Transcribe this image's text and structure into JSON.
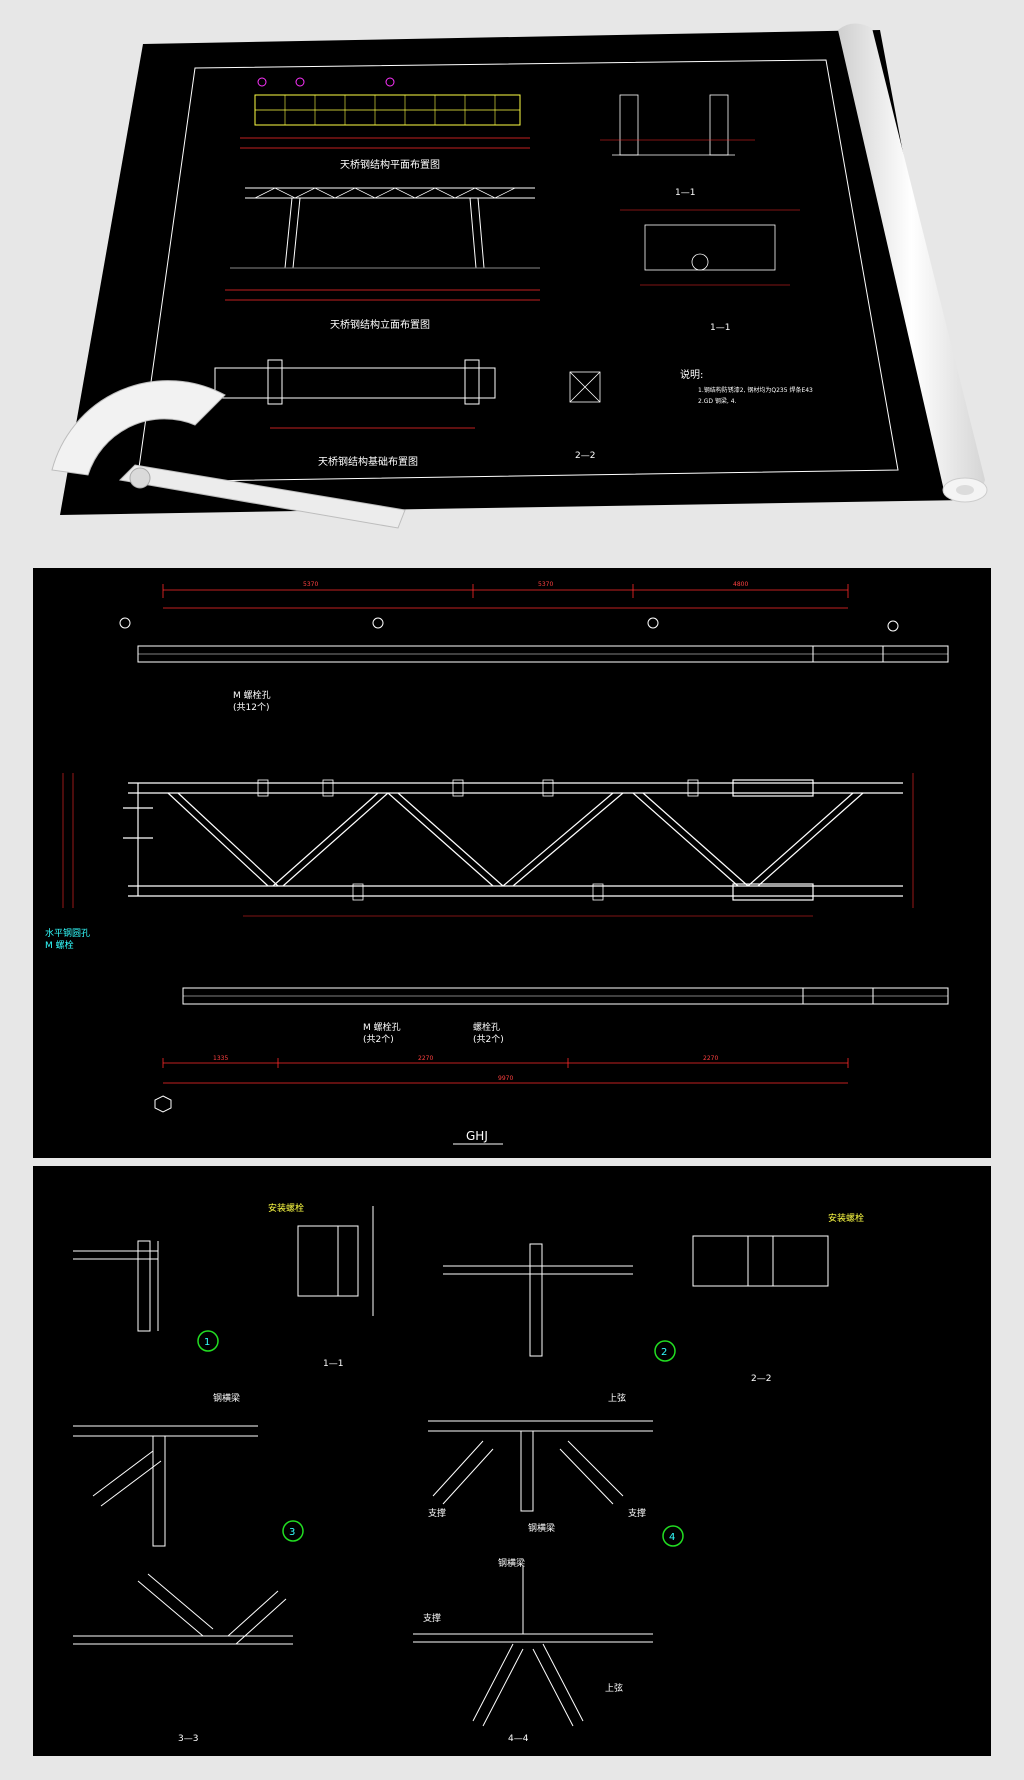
{
  "colors": {
    "background": "#e7e7e7",
    "sheet": "#000000",
    "line_white": "#ffffff",
    "dim_red": "#ff2a2a",
    "magenta": "#ff33ff",
    "yellow": "#ffff44",
    "cyan": "#33ffff",
    "green_circle": "#22dd22"
  },
  "sheet1": {
    "plan_title": "天桥钢结构平面布置图",
    "elevation_title": "天桥钢结构立面布置图",
    "foundation_title": "天桥钢结构基础布置图",
    "section_1_1": "1—1",
    "section_1_1b": "1—1",
    "section_2_2": "2—2",
    "notes_heading": "说明:",
    "note_1": "1.钢结构防锈漆2, 钢材均为Q235 焊条E43",
    "note_2": "2.GD 钢梁, 4."
  },
  "sheet2": {
    "title": "GHJ",
    "bolt_note_top": "M 螺栓孔",
    "bolt_note_top_count": "(共12个)",
    "hole_note_1": "水平钢圆孔",
    "hole_note_2": "M 螺栓",
    "bolt_note_bottom_left": "M 螺栓孔",
    "bolt_note_bottom_left_count": "(共2个)",
    "bolt_note_bottom_right": "螺栓孔",
    "bolt_note_bottom_right_count": "(共2个)",
    "dims_top": [
      "5370",
      "5370",
      "4800"
    ],
    "dims_bottom": [
      "1335",
      "2270",
      "2270"
    ],
    "dim_total": "9970"
  },
  "sheet3": {
    "detail_1_label": "1",
    "detail_2_label": "2",
    "detail_3_label": "3",
    "detail_4_label": "4",
    "section_1_1": "1—1",
    "section_2_2": "2—2",
    "section_3_3": "3—3",
    "section_4_4": "4—4",
    "bolt_label_a": "安装螺栓",
    "bolt_label_b": "安装螺栓",
    "steel_beam_a": "钢横梁",
    "steel_beam_b": "钢横梁",
    "steel_beam_c": "钢横梁",
    "brace_a": "支撑",
    "brace_b": "支撑",
    "brace_c": "支撑",
    "chord_a": "上弦",
    "chord_b": "上弦"
  }
}
